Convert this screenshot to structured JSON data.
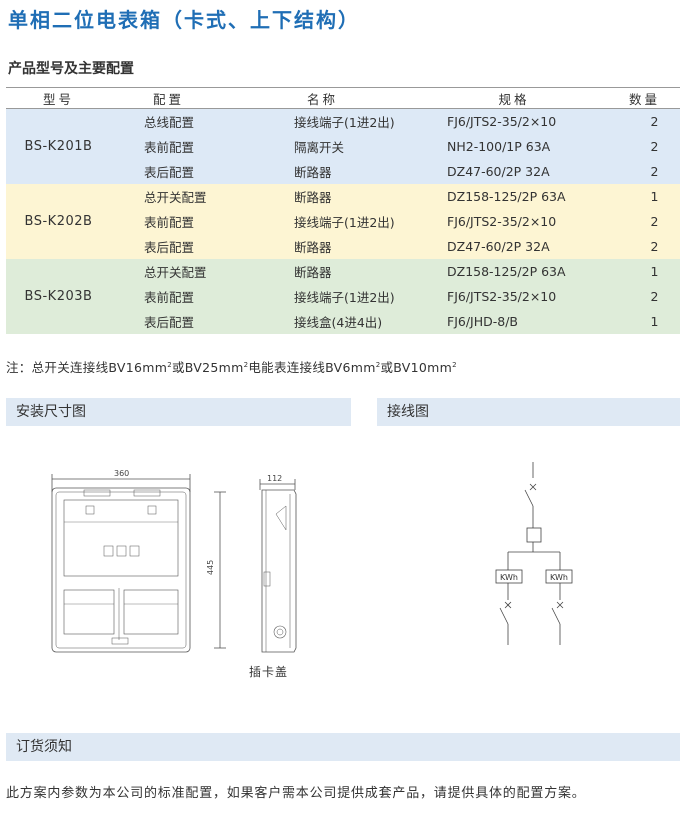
{
  "title": "单相二位电表箱（卡式、上下结构）",
  "subtitle": "产品型号及主要配置",
  "table": {
    "headers": [
      "型号",
      "配置",
      "名称",
      "规格",
      "数量"
    ],
    "groups": [
      {
        "model": "BS-K201B",
        "rows": [
          {
            "config": "总线配置",
            "name": "接线端子(1进2出)",
            "spec": "FJ6/JTS2-35/2×10",
            "qty": "2"
          },
          {
            "config": "表前配置",
            "name": "隔离开关",
            "spec": "NH2-100/1P 63A",
            "qty": "2"
          },
          {
            "config": "表后配置",
            "name": "断路器",
            "spec": "DZ47-60/2P 32A",
            "qty": "2"
          }
        ]
      },
      {
        "model": "BS-K202B",
        "rows": [
          {
            "config": "总开关配置",
            "name": "断路器",
            "spec": "DZ158-125/2P 63A",
            "qty": "1"
          },
          {
            "config": "表前配置",
            "name": "接线端子(1进2出)",
            "spec": "FJ6/JTS2-35/2×10",
            "qty": "2"
          },
          {
            "config": "表后配置",
            "name": "断路器",
            "spec": "DZ47-60/2P 32A",
            "qty": "2"
          }
        ]
      },
      {
        "model": "BS-K203B",
        "rows": [
          {
            "config": "总开关配置",
            "name": "断路器",
            "spec": "DZ158-125/2P 63A",
            "qty": "1"
          },
          {
            "config": "表前配置",
            "name": "接线端子(1进2出)",
            "spec": "FJ6/JTS2-35/2×10",
            "qty": "2"
          },
          {
            "config": "表后配置",
            "name": "接线盒(4进4出)",
            "spec": "FJ6/JHD-8/B",
            "qty": "1"
          }
        ]
      }
    ]
  },
  "note": {
    "prefix": "注：总开关连接线BV16mm",
    "mid1": "或BV25mm",
    "mid2": "电能表连接线BV6mm",
    "mid3": "或BV10mm",
    "sup": "2"
  },
  "sections": {
    "install": "安装尺寸图",
    "wiring": "接线图",
    "order": "订货须知"
  },
  "drawing": {
    "width_label": "360",
    "height_label": "445",
    "depth_label": "112",
    "caption": "插卡盖",
    "meter_label": "KWh"
  },
  "footer": "此方案内参数为本公司的标准配置，如果客户需本公司提供成套产品，请提供具体的配置方案。",
  "colors": {
    "title": "#1f6eb5",
    "group_blue": "#dde9f6",
    "group_yellow": "#fdf5d3",
    "group_green": "#deecd9",
    "section_bar": "#dfe9f4"
  }
}
